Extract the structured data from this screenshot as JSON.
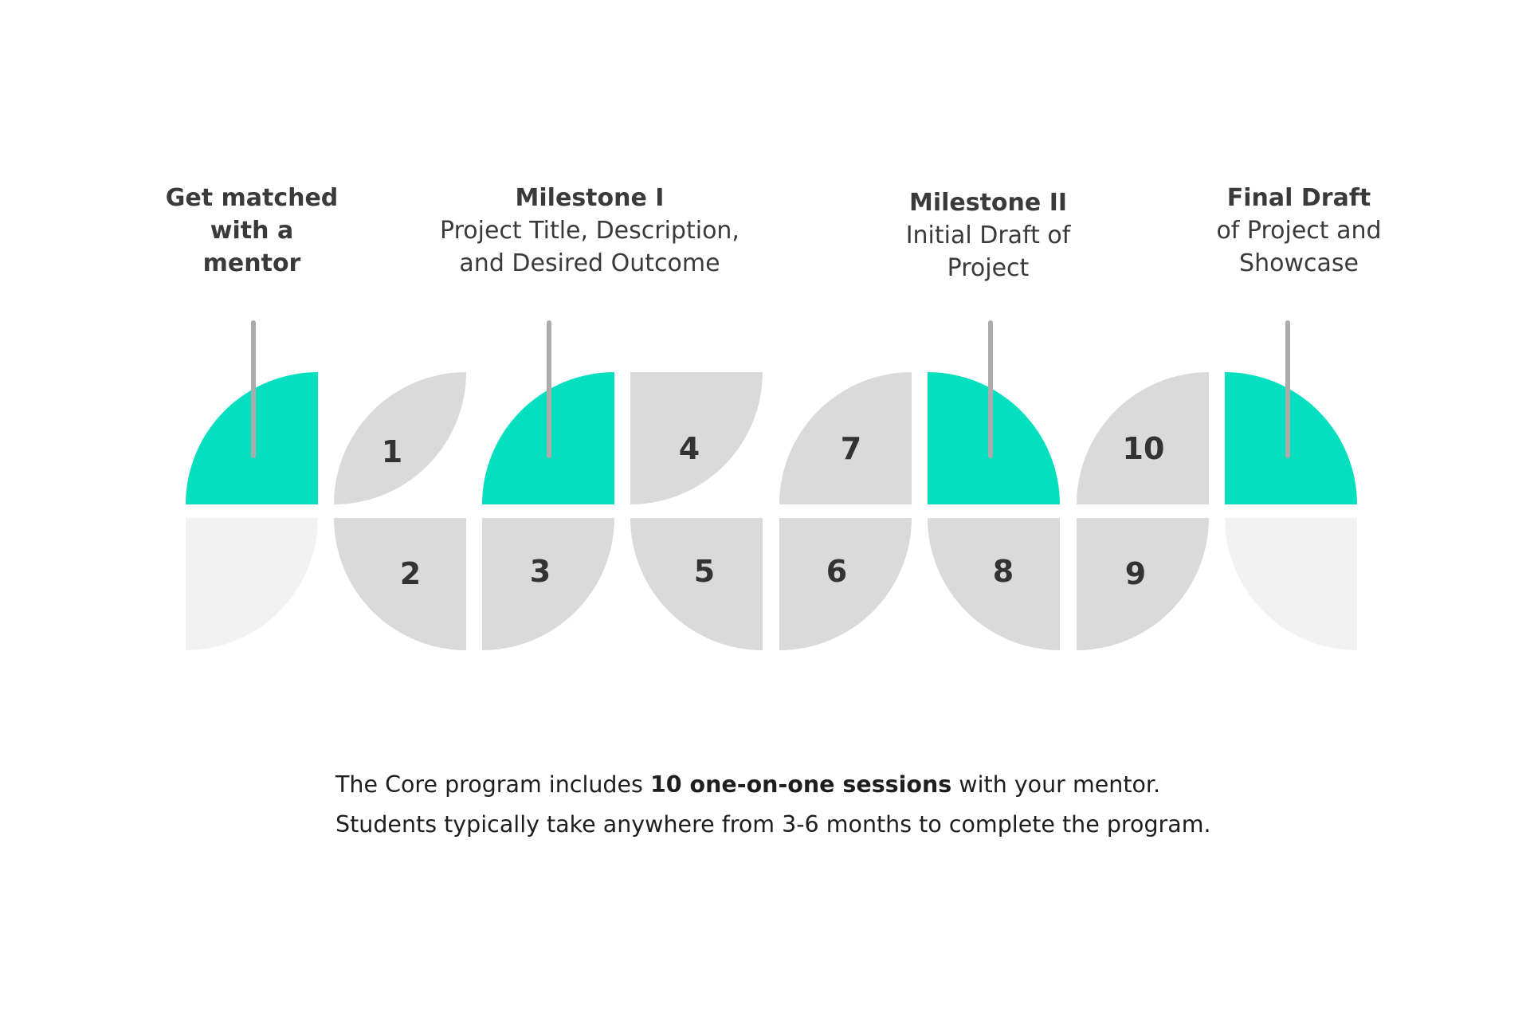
{
  "colors": {
    "accent": "#04dfc0",
    "gray": "#dadada",
    "light": "#f2f2f2",
    "stem": "#ababab"
  },
  "milestones": [
    {
      "title": "Get matched",
      "lines": [
        "with a",
        "mentor"
      ],
      "bold_all": true
    },
    {
      "title": "Milestone I",
      "lines": [
        "Project Title, Description,",
        "and Desired Outcome"
      ]
    },
    {
      "title": "Milestone II",
      "lines": [
        "Initial Draft of",
        "Project"
      ]
    },
    {
      "title": "Final Draft",
      "lines": [
        "of Project and",
        "Showcase"
      ]
    }
  ],
  "sessions": [
    "1",
    "2",
    "3",
    "4",
    "5",
    "6",
    "7",
    "8",
    "9",
    "10"
  ],
  "footer": {
    "line1_prefix": "The Core program includes ",
    "line1_bold": "10 one-on-one sessions",
    "line1_suffix": " with your mentor.",
    "line2": "Students typically take anywhere from 3-6 months to complete the program."
  }
}
